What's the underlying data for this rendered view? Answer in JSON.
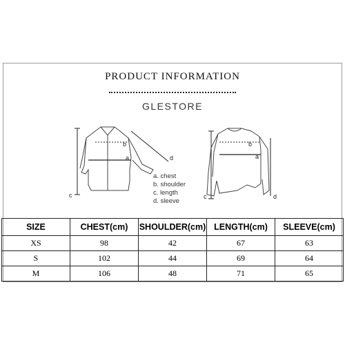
{
  "header": {
    "title": "PRODUCT INFORMATION",
    "brand": "GLESTORE"
  },
  "legend": [
    "a. chest",
    "b. shoulder",
    "c. length",
    "d. sleeve"
  ],
  "figure_labels": {
    "a": "a",
    "b": "b",
    "c": "c",
    "d": "d"
  },
  "table": {
    "headers": [
      "SIZE",
      "CHEST(cm)",
      "SHOULDER(cm)",
      "LENGTH(cm)",
      "SLEEVE(cm)"
    ],
    "rows": [
      [
        "XS",
        "98",
        "42",
        "67",
        "63"
      ],
      [
        "S",
        "102",
        "44",
        "69",
        "64"
      ],
      [
        "M",
        "106",
        "48",
        "71",
        "65"
      ]
    ]
  }
}
